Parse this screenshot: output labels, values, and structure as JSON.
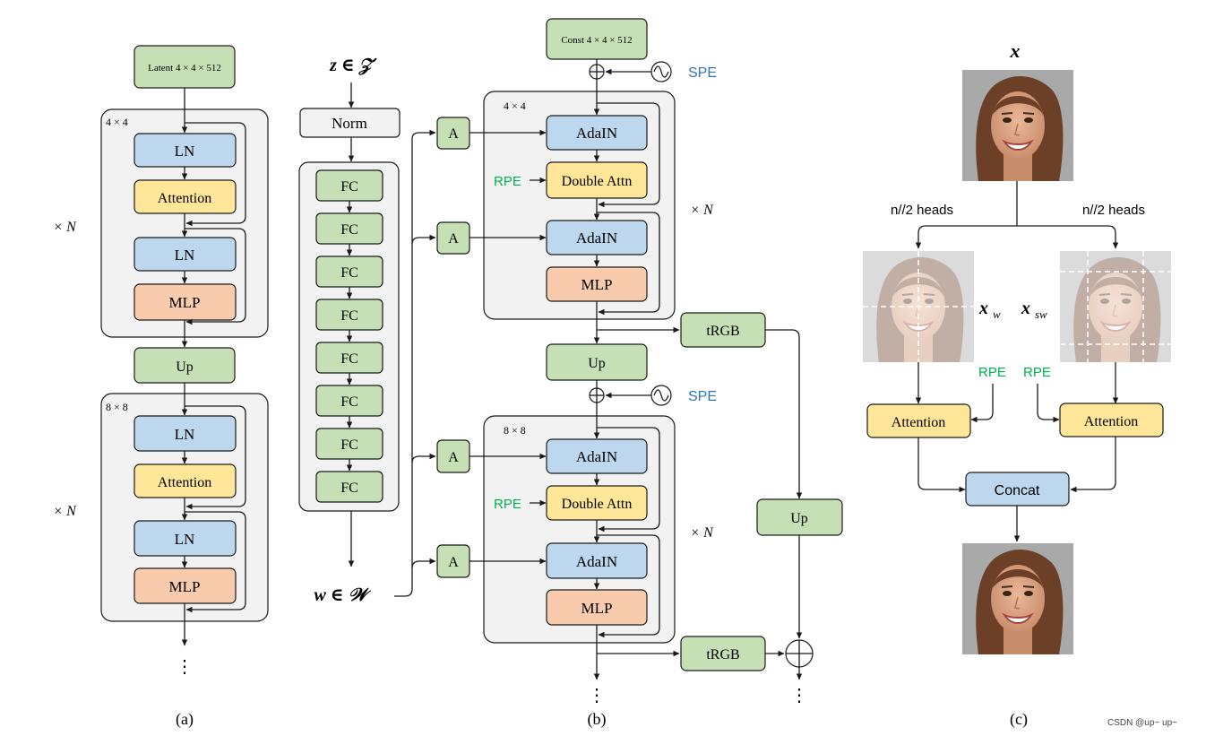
{
  "panel_a": {
    "caption": "(a)",
    "latent_label": "Latent 4 × 4 × 512",
    "block1_res": "4 × 4",
    "block2_res": "8 × 8",
    "ln": "LN",
    "attention": "Attention",
    "mlp": "MLP",
    "up": "Up",
    "repeat": "× N",
    "dots": "⋮"
  },
  "panel_mapping": {
    "z_label": "z ∈ 𝒵",
    "norm": "Norm",
    "fc": "FC",
    "fc_count": 8,
    "w_label": "w ∈ 𝒲"
  },
  "panel_b": {
    "caption": "(b)",
    "const_label": "Const 4 × 4 × 512",
    "spe": "SPE",
    "rpe": "RPE",
    "a": "A",
    "adain": "AdaIN",
    "double_attn": "Double Attn",
    "mlp": "MLP",
    "up": "Up",
    "trgb": "tRGB",
    "block1_res": "4 × 4",
    "block2_res": "8 × 8",
    "repeat": "× N",
    "dots": "⋮"
  },
  "panel_c": {
    "caption": "(c)",
    "x_label": "x",
    "heads_left": "n//2 heads",
    "heads_right": "n//2 heads",
    "xw_label": "x",
    "xw_sub": "w",
    "xsw_label": "x",
    "xsw_sub": "sw",
    "rpe": "RPE",
    "attention": "Attention",
    "concat": "Concat"
  },
  "watermark": "CSDN @up~ up~",
  "colors": {
    "green": "#c5e0b4",
    "blue": "#bdd7ee",
    "yellow": "#ffe699",
    "orange": "#f8cbad",
    "gray": "#f2f2f2",
    "spe_text": "#2e75b6",
    "rpe_text": "#00b050"
  }
}
